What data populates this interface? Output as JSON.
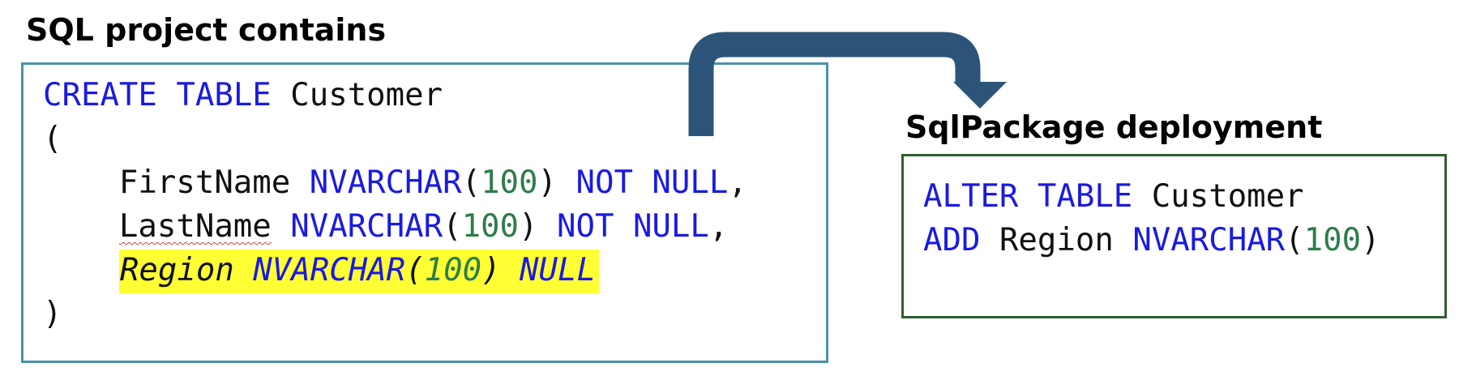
{
  "project": {
    "title": "SQL project contains",
    "code": {
      "line1": {
        "create": "CREATE",
        "table": "TABLE",
        "name": "Customer"
      },
      "open_paren": "(",
      "line3": {
        "col": "FirstName",
        "type": "NVARCHAR",
        "lp": "(",
        "size": "100",
        "rp": ")",
        "not": "NOT",
        "null": "NULL",
        "comma": ","
      },
      "line4": {
        "col": "LastName",
        "type": "NVARCHAR",
        "lp": "(",
        "size": "100",
        "rp": ")",
        "not": "NOT",
        "null": "NULL",
        "comma": ","
      },
      "line5": {
        "col": "Region",
        "type": "NVARCHAR",
        "lp": "(",
        "size": "100",
        "rp": ")",
        "null": "NULL"
      },
      "close_paren": ")"
    }
  },
  "deployment": {
    "title": "SqlPackage deployment",
    "code": {
      "line1": {
        "alter": "ALTER",
        "table": "TABLE",
        "name": "Customer"
      },
      "line2": {
        "add": "ADD",
        "col": "Region",
        "type": "NVARCHAR",
        "lp": "(",
        "size": "100",
        "rp": ")"
      }
    }
  },
  "colors": {
    "keyword": "#1a1ae0",
    "number": "#2e7d4a",
    "highlight": "#ffff33",
    "project_border": "#4a93aa",
    "deploy_border": "#2f5f30",
    "arrow": "#2b5478"
  },
  "icons": {
    "arrow": "curved-arrow-icon"
  }
}
